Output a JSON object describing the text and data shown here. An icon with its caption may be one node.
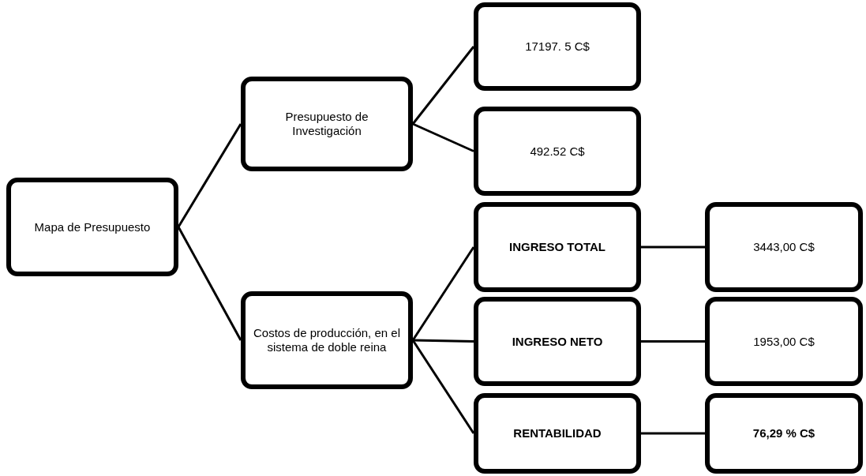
{
  "diagram": {
    "nodes": [
      {
        "text": [
          "Mapa de Presupuesto"
        ]
      },
      {
        "text": [
          "Presupuesto de Investigación"
        ]
      },
      {
        "text": [
          "Costos de producción, en el sistema de doble reina"
        ]
      },
      {
        "text": [
          "17197. 5 C$"
        ]
      },
      {
        "text": [
          "492.52 C$"
        ]
      },
      {
        "text": [
          "INGRESO TOTAL"
        ]
      },
      {
        "text": [
          "INGRESO NETO"
        ]
      },
      {
        "text": [
          "RENTABILIDAD"
        ]
      },
      {
        "text": [
          "3443,00 C$"
        ]
      },
      {
        "text": [
          "1953,00 C$"
        ]
      },
      {
        "text": [
          "76,29 % C$"
        ]
      }
    ],
    "edges": [
      {
        "from": 0,
        "to": 1,
        "arrow": "none"
      },
      {
        "from": 0,
        "to": 2,
        "arrow": "none"
      },
      {
        "from": 1,
        "to": 3,
        "arrow": "none"
      },
      {
        "from": 1,
        "to": 4,
        "arrow": "none"
      },
      {
        "from": 2,
        "to": 5,
        "arrow": "none"
      },
      {
        "from": 2,
        "to": 6,
        "arrow": "none"
      },
      {
        "from": 2,
        "to": 7,
        "arrow": "none"
      },
      {
        "from": 5,
        "to": 8,
        "arrow": "none"
      },
      {
        "from": 6,
        "to": 9,
        "arrow": "none"
      },
      {
        "from": 7,
        "to": 10,
        "arrow": "none"
      }
    ]
  }
}
